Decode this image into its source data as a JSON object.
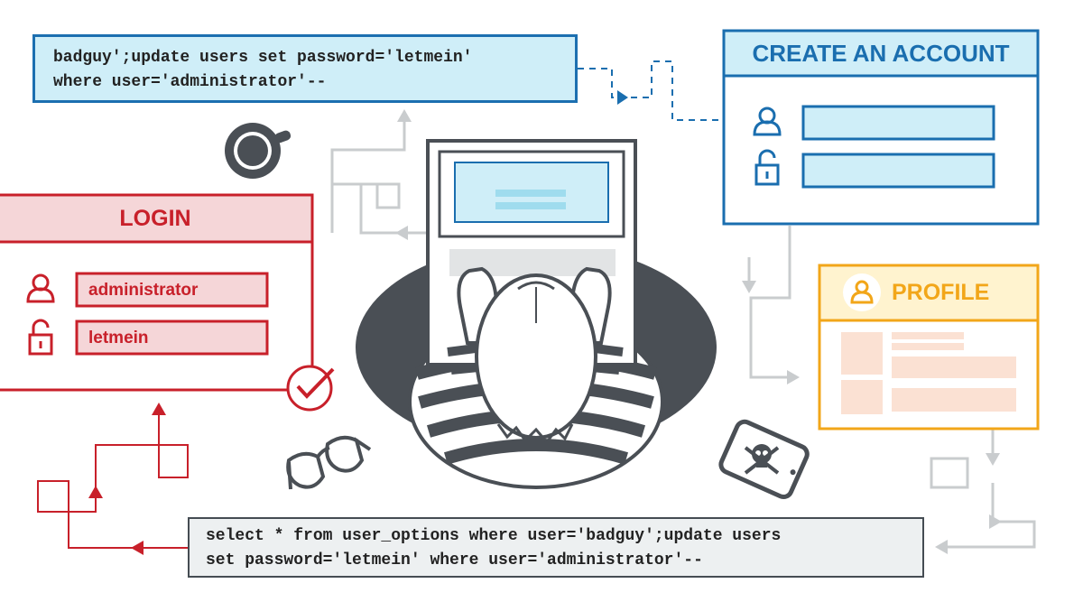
{
  "sql_top": {
    "line1": "badguy';update users set password='letmein'",
    "line2": "where user='administrator'--"
  },
  "sql_bottom": {
    "line1": "select * from user_options where user='badguy';update users",
    "line2": "set password='letmein' where user='administrator'--"
  },
  "login": {
    "title": "LOGIN",
    "username_value": "administrator",
    "password_value": "letmein"
  },
  "create_account": {
    "title": "CREATE AN ACCOUNT"
  },
  "profile": {
    "title": "PROFILE"
  },
  "icons": [
    "user-icon",
    "lock-icon",
    "checkmark-icon",
    "coffee-cup-icon",
    "glasses-icon",
    "skull-icon",
    "phone-icon",
    "laptop-icon",
    "hacker-icon"
  ],
  "colors": {
    "login_red": "#c8202a",
    "login_fill": "#f5d6d8",
    "create_blue": "#1a6eaf",
    "create_fill": "#cfeef8",
    "profile_yellow": "#f2a619",
    "profile_fill": "#fbe1d3",
    "dark_gray": "#4a4f55",
    "light_gray": "#c9ccce"
  }
}
